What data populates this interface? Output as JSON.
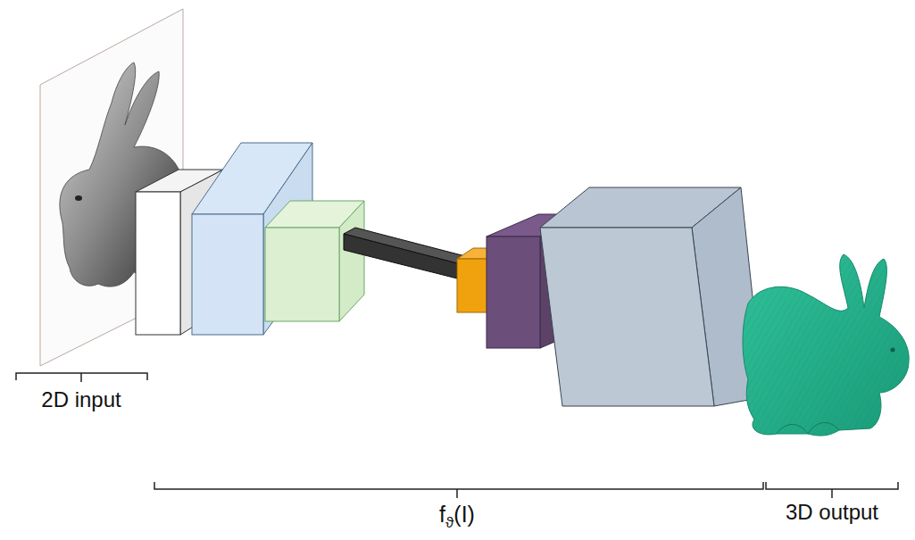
{
  "diagram": {
    "labels": [
      "2D input",
      "f",
      "ϑ",
      "(I)",
      "3D output"
    ]
  }
}
